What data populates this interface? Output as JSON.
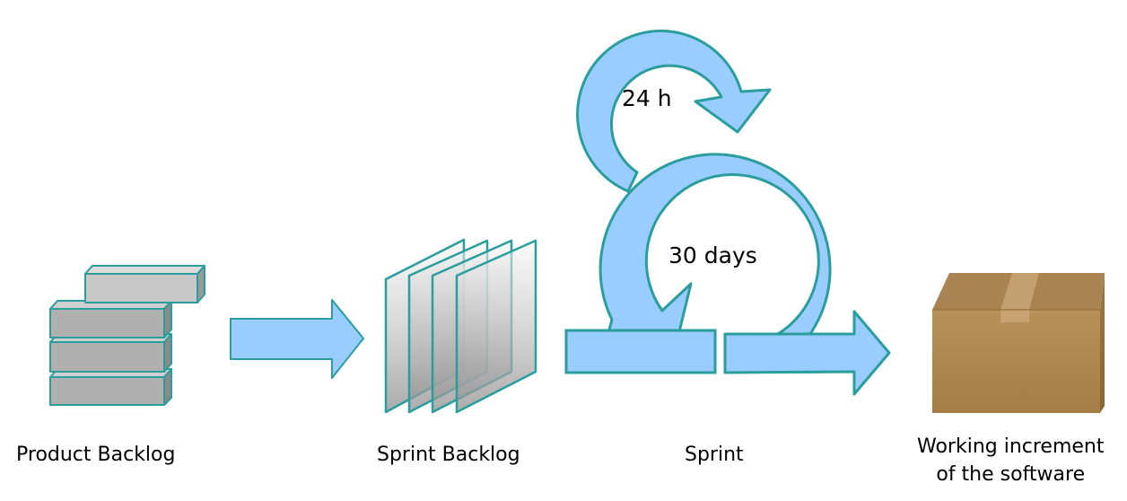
{
  "stages": {
    "product_backlog": "Product Backlog",
    "sprint_backlog": "Sprint Backlog",
    "sprint": "Sprint",
    "increment_line1": "Working increment",
    "increment_line2": "of the software"
  },
  "cycles": {
    "daily": "24 h",
    "sprint": "30 days"
  },
  "colors": {
    "arrow_fill": "#99ccff",
    "arrow_stroke": "#2a9d9d",
    "block_fill": "#b2b2b2",
    "box_fill": "#b38b55"
  }
}
